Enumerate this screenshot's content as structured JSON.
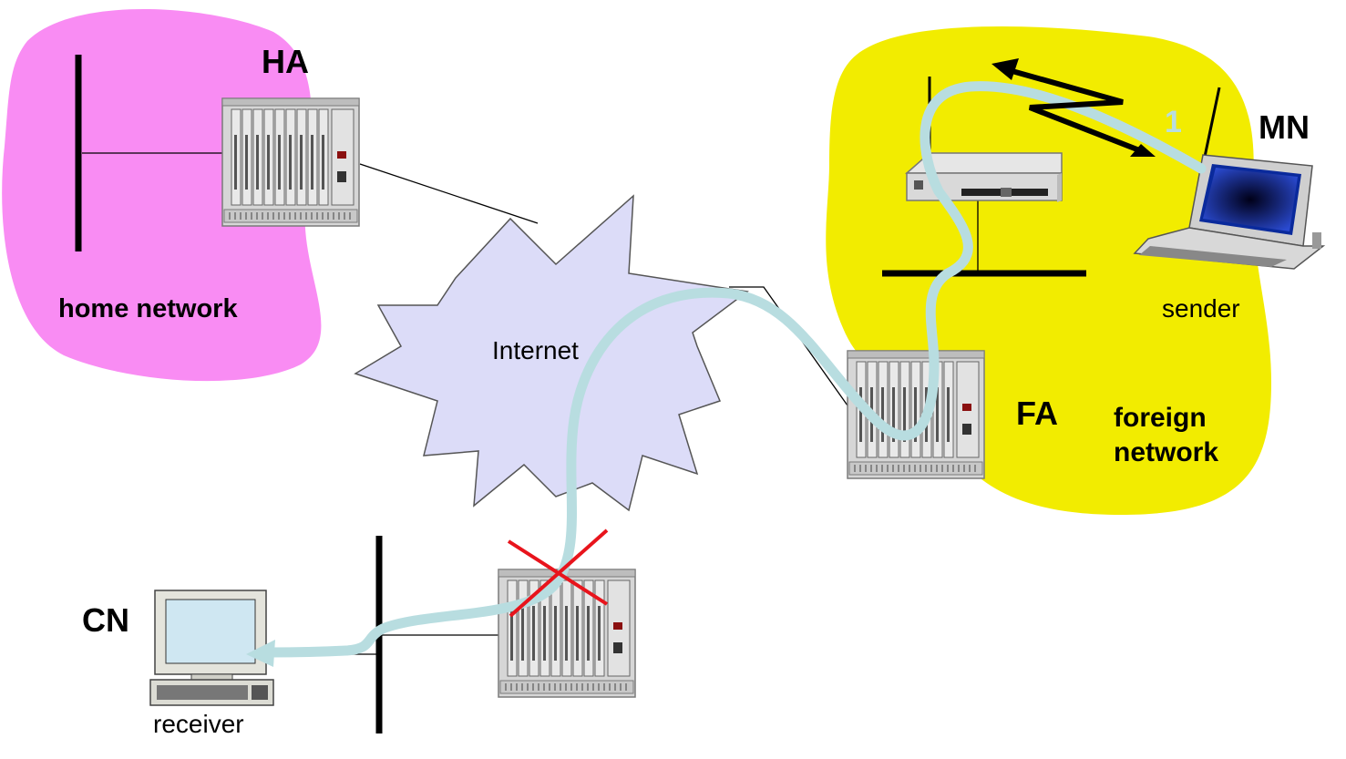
{
  "labels": {
    "ha": "HA",
    "home_network": "home network",
    "internet": "Internet",
    "mn": "MN",
    "sender": "sender",
    "fa": "FA",
    "foreign_network_line1": "foreign",
    "foreign_network_line2": "network",
    "cn": "CN",
    "receiver": "receiver",
    "step_number": "1"
  },
  "colors": {
    "home_network_region": "#f98cf3",
    "foreign_network_region": "#f2ec00",
    "internet_cloud": "#dcdcf8",
    "packet_path": "#b8dde0",
    "blocked_marker": "#e8141c",
    "router_body": "#d6d6d6"
  },
  "icons": {
    "ha_router": "router-rack-icon",
    "fa_router": "router-rack-icon",
    "cn_router": "router-rack-icon",
    "access_point": "access-point-icon",
    "mobile_node": "laptop-icon",
    "correspondent": "desktop-computer-icon",
    "blocked": "red-x-icon"
  }
}
